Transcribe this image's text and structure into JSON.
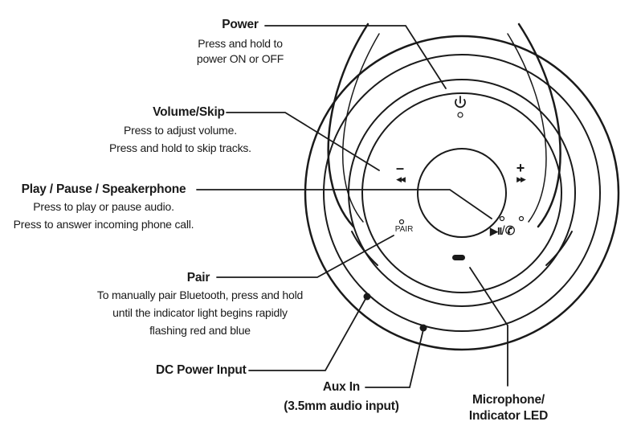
{
  "callouts": {
    "power": {
      "title": "Power",
      "desc": [
        "Press and hold to",
        "power ON or OFF"
      ]
    },
    "volume": {
      "title": "Volume/Skip",
      "desc": [
        "Press to adjust volume.",
        "Press and hold to skip tracks."
      ]
    },
    "play": {
      "title": "Play / Pause / Speakerphone",
      "desc": [
        "Press to play or pause audio.",
        "Press to answer incoming phone call."
      ]
    },
    "pair": {
      "title": "Pair",
      "desc": [
        "To manually pair Bluetooth, press and hold",
        "until the indicator light begins rapidly",
        "flashing red and blue"
      ]
    },
    "dc": {
      "title": "DC Power Input"
    },
    "aux": {
      "title": "Aux In",
      "sub": "(3.5mm audio input)"
    },
    "mic": {
      "title": [
        "Microphone/",
        "Indicator LED"
      ]
    }
  },
  "device": {
    "pair_label": "PAIR",
    "minus_symbol": "–",
    "plus_symbol": "+",
    "prev_symbol": "◀◀",
    "next_symbol": "▶▶",
    "playpause_symbol": "▶II",
    "slash": "/",
    "phone_symbol": "✆"
  },
  "colors": {
    "ink": "#1a1a1a",
    "background": "#ffffff"
  }
}
